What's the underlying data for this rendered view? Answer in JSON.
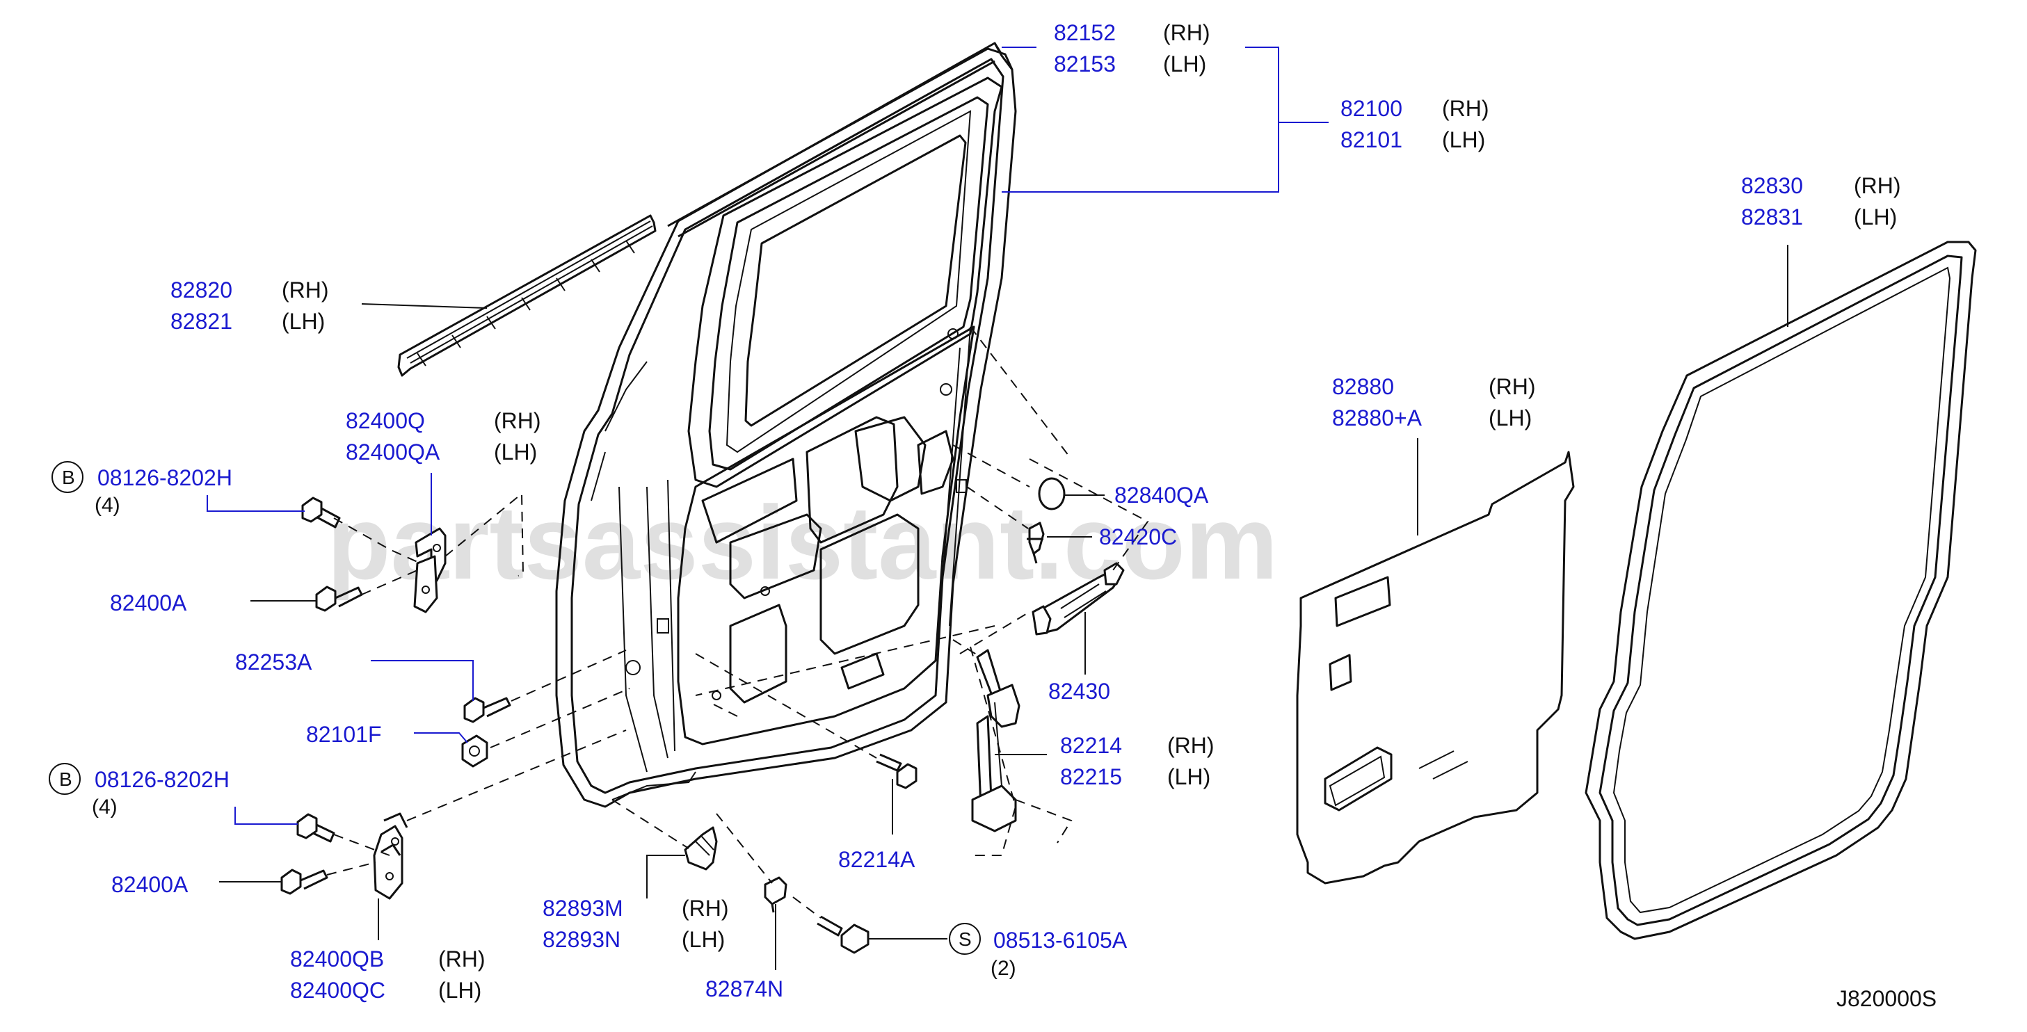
{
  "diagram_code": "J820000S",
  "watermark": "partsassistant.com",
  "callouts": {
    "c82152": {
      "part": "82152",
      "side": "(RH)"
    },
    "c82153": {
      "part": "82153",
      "side": "(LH)"
    },
    "c82100": {
      "part": "82100",
      "side": "(RH)"
    },
    "c82101": {
      "part": "82101",
      "side": "(LH)"
    },
    "c82820": {
      "part": "82820",
      "side": "(RH)"
    },
    "c82821": {
      "part": "82821",
      "side": "(LH)"
    },
    "c82830": {
      "part": "82830",
      "side": "(RH)"
    },
    "c82831": {
      "part": "82831",
      "side": "(LH)"
    },
    "c82880": {
      "part": "82880",
      "side": "(RH)"
    },
    "c82880A": {
      "part": "82880+A",
      "side": "(LH)"
    },
    "c82400Q": {
      "part": "82400Q",
      "side": "(RH)"
    },
    "c82400QA": {
      "part": "82400QA",
      "side": "(LH)"
    },
    "c08126a": {
      "letter": "B",
      "part": "08126-8202H",
      "qty": "(4)"
    },
    "c82400A_1": {
      "part": "82400A"
    },
    "c82253A": {
      "part": "82253A"
    },
    "c82101F": {
      "part": "82101F"
    },
    "c08126b": {
      "letter": "B",
      "part": "08126-8202H",
      "qty": "(4)"
    },
    "c82400A_2": {
      "part": "82400A"
    },
    "c82400QB": {
      "part": "82400QB",
      "side": "(RH)"
    },
    "c82400QC": {
      "part": "82400QC",
      "side": "(LH)"
    },
    "c82840QA": {
      "part": "82840QA"
    },
    "c82420C": {
      "part": "82420C"
    },
    "c82430": {
      "part": "82430"
    },
    "c82214": {
      "part": "82214",
      "side": "(RH)"
    },
    "c82215": {
      "part": "82215",
      "side": "(LH)"
    },
    "c82214A": {
      "part": "82214A"
    },
    "c82893M": {
      "part": "82893M",
      "side": "(RH)"
    },
    "c82893N": {
      "part": "82893N",
      "side": "(LH)"
    },
    "c82874N": {
      "part": "82874N"
    },
    "c08513": {
      "letter": "S",
      "part": "08513-6105A",
      "qty": "(2)"
    }
  }
}
